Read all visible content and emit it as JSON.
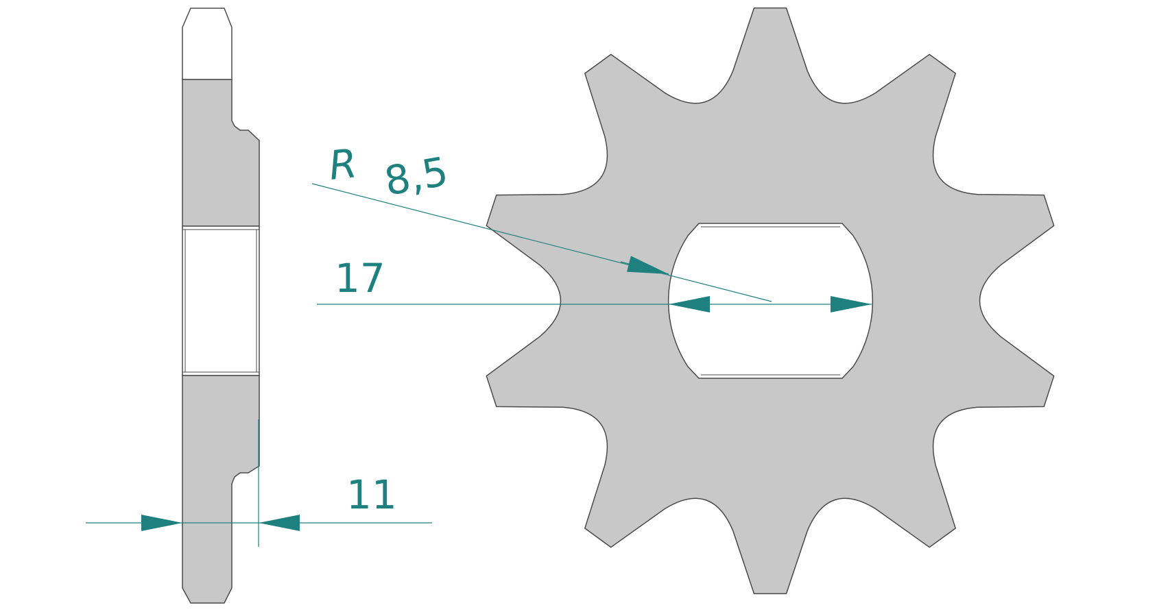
{
  "colors": {
    "part_fill": "#c8c8c8",
    "part_stroke": "#4a4a4a",
    "dimension": "#1f8080",
    "background": "#ffffff"
  },
  "part": {
    "tooth_count": 10
  },
  "dimensions": {
    "radius_label": "R",
    "radius_value": "8,5",
    "width_value": "17",
    "thickness_value": "11"
  }
}
